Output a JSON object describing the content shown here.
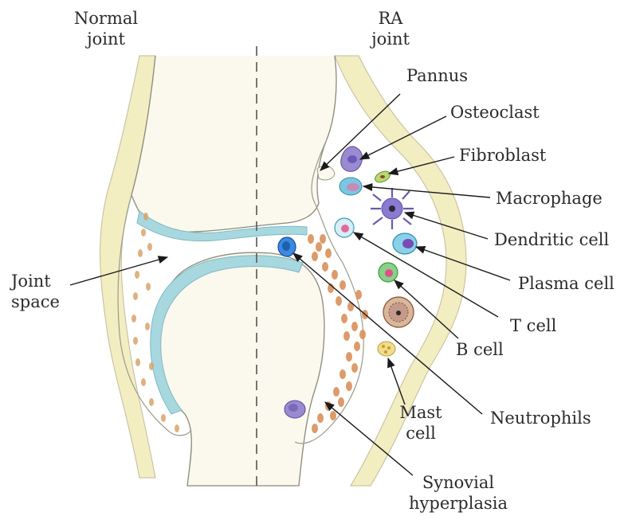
{
  "headers": {
    "normal_joint": "Normal\njoint",
    "ra_joint": "RA\njoint"
  },
  "labels": {
    "joint_space": "Joint\nspace",
    "pannus": "Pannus",
    "osteoclast": "Osteoclast",
    "fibroblast": "Fibroblast",
    "macrophage": "Macrophage",
    "dendritic_cell": "Dendritic cell",
    "plasma_cell": "Plasma cell",
    "t_cell": "T cell",
    "b_cell": "B cell",
    "mast_cell": "Mast\ncell",
    "neutrophils": "Neutrophils",
    "synovial_hyperplasia": "Synovial\nhyperplasia"
  },
  "colors": {
    "bone_outline": "#8a8a7a",
    "cartilage": "#e8e0a8",
    "synovial_fluid": "#a8d8df",
    "neutrophil_blue": "#1e6fc0",
    "cell_orange": "#d99a5a",
    "osteoclast_purple": "#7a6ab8",
    "dendritic_purple": "#6a5ab0",
    "b_cell_green": "#6ab56a",
    "b_cell_pink": "#e0508a",
    "mast_yellow": "#e6d070",
    "dark_cell": "#8a4a3a"
  }
}
